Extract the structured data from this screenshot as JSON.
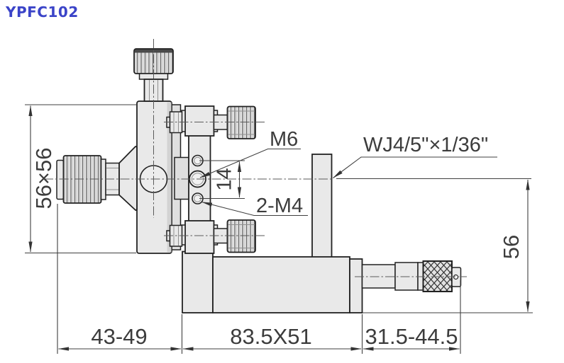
{
  "title": "YPFC102",
  "colors": {
    "title_blue": "#3b44c8",
    "part_fill": "#e9e9e9",
    "outline": "#222222",
    "dimension_gray": "#3c3c3c"
  },
  "labels": {
    "center_hole_thread": "M6",
    "side_holes_thread": "2-M4",
    "hole_spacing": "14",
    "adapter_thread": "WJ4/5\"×1/36\""
  },
  "dimensions": {
    "stage_profile": "56×56",
    "axis_height": "56",
    "left_span": "43-49",
    "base_size": "83.5X51",
    "right_span": "31.5-44.5"
  }
}
